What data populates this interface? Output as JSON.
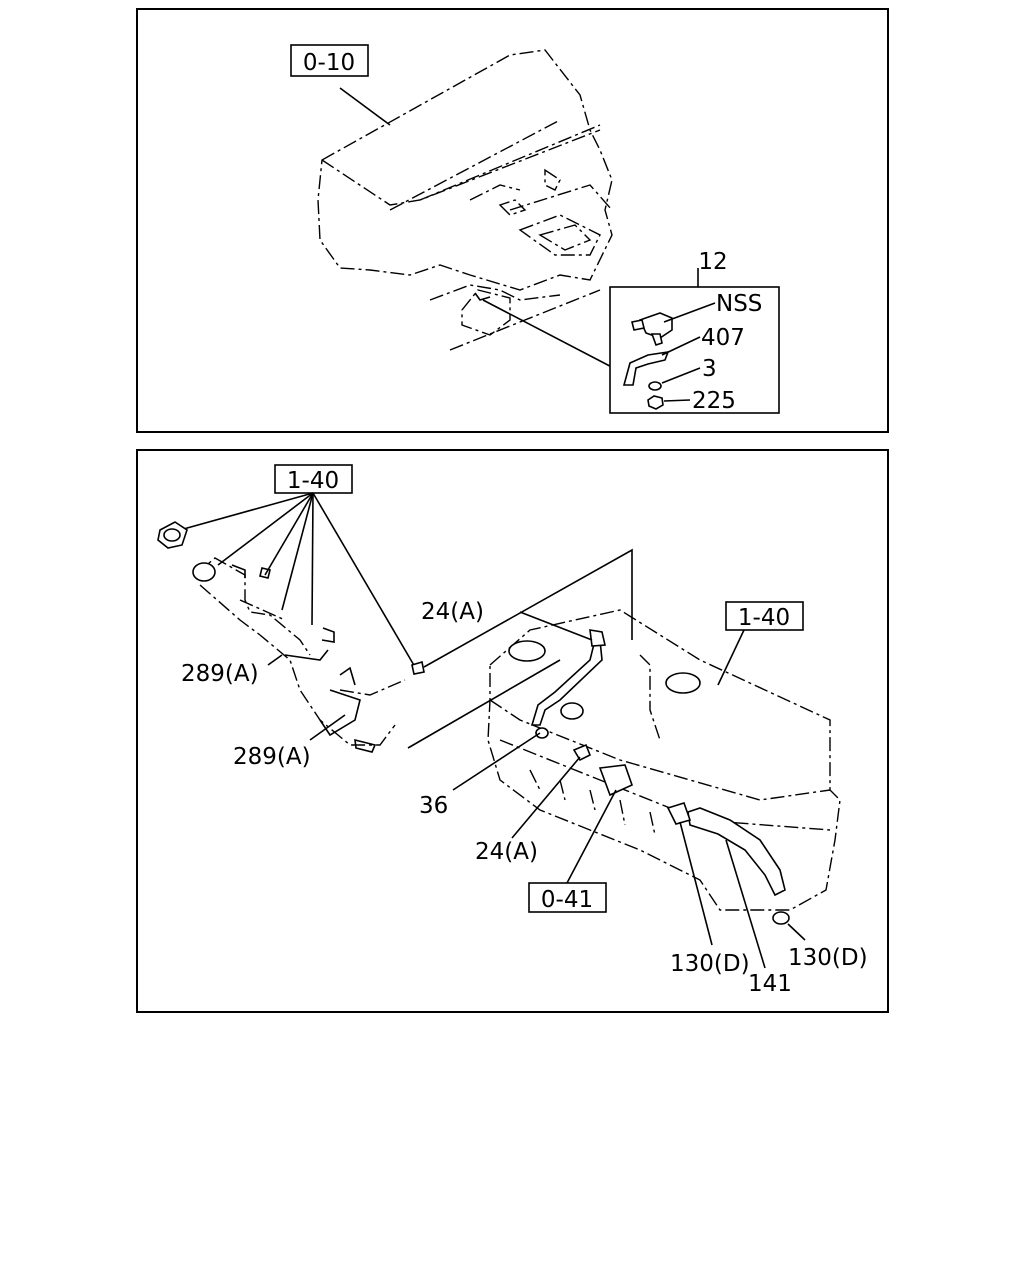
{
  "top_panel": {
    "ref_box_label": "0-10",
    "callout_group": "12",
    "group_items": [
      "NSS",
      "407",
      "3",
      "225"
    ]
  },
  "bottom_panel": {
    "ref_top_left": "1-40",
    "ref_tank": "1-40",
    "ref_bottom": "0-41",
    "labels": {
      "clamp_upper": "289(A)",
      "clamp_lower": "289(A)",
      "hose_clip_top": "24(A)",
      "grommet": "36",
      "hose_clip_bottom": "24(A)",
      "clip_right_a": "130(D)",
      "clip_right_b": "130(D)",
      "hose_141": "141"
    }
  }
}
